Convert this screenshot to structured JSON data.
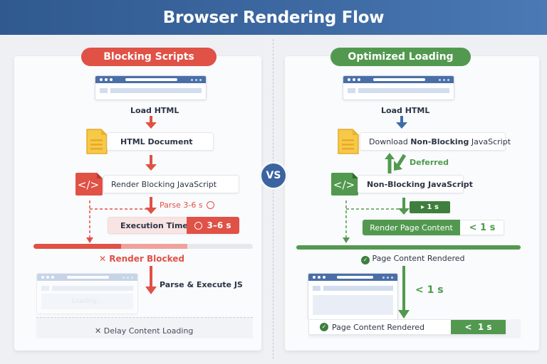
{
  "header": {
    "title": "Browser Rendering Flow"
  },
  "vs_label": "VS",
  "left": {
    "pill": "Blocking Scripts",
    "load_html": "Load HTML",
    "html_document": "HTML Document",
    "render_blocking_js": "Render Blocking JavaScript",
    "parse_label": "Parse 3-6 s",
    "execution_time": "Execution Time",
    "execution_value": "3–6 s",
    "render_blocked": "Render Blocked",
    "parse_execute": "Parse & Execute JS",
    "loading": "Loading...",
    "delay": "Delay Content Loading",
    "progress": {
      "solid_fraction": 0.4,
      "light_fraction": 0.3
    },
    "colors": {
      "accent": "#e05146",
      "light": "#f1a19b"
    }
  },
  "right": {
    "pill": "Optimized Loading",
    "load_html": "Load HTML",
    "download_prefix": "Download ",
    "download_bold": "Non-Blocking",
    "download_suffix": " JavaScript",
    "deferred": "Deferred",
    "non_blocking_js": "Non-Blocking JavaScript",
    "one_s_badge": "▸ 1 s",
    "render_page_content": "Render Page Content",
    "render_value": "< 1 s",
    "page_rendered_top": "Page Content Rendered",
    "lt1s": "< 1 s",
    "page_rendered_bottom": "Page Content Rendered",
    "bottom_value": "<  1 s",
    "colors": {
      "accent": "#52994f",
      "dark": "#3f7f3d"
    }
  }
}
